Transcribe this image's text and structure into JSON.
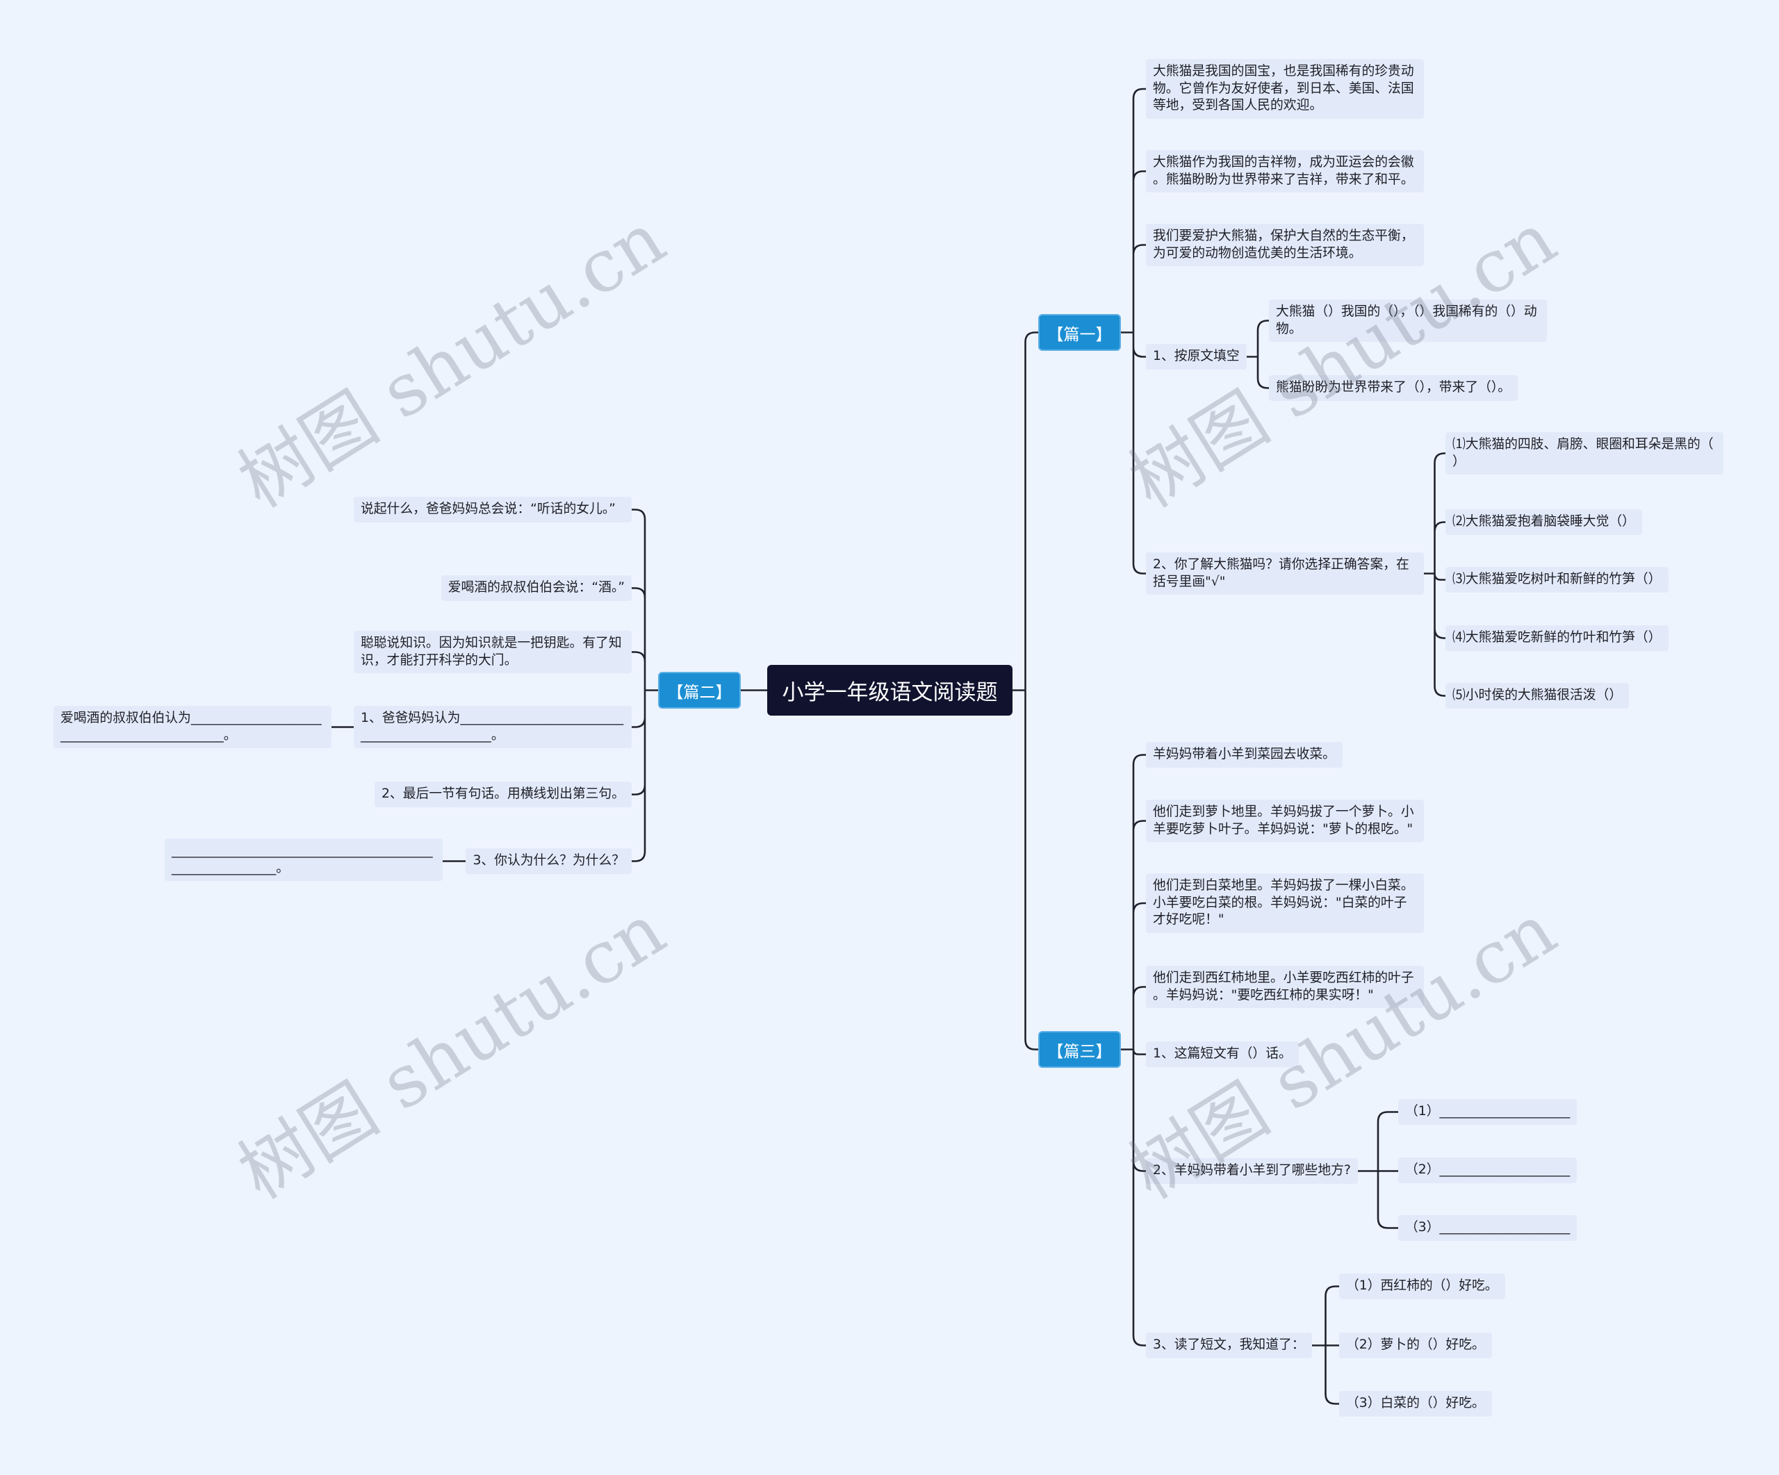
{
  "colors": {
    "page_bg": "#eef4fe",
    "node_bg": "#e2eafa",
    "root_bg": "#11122e",
    "branch_bg": "#1c8fd4",
    "line": "#20232d",
    "text": "#1e1f26"
  },
  "watermark": "树图 shutu.cn",
  "root": "小学一年级语文阅读题",
  "p1": {
    "label": "【篇一】",
    "passage": [
      "大熊猫是我国的国宝，也是我国稀有的珍贵动物。它曾作为友好使者，到日本、美国、法国等地，受到各国人民的欢迎。",
      "大熊猫作为我国的吉祥物，成为亚运会的会徽。熊猫盼盼为世界带来了吉祥，带来了和平。",
      "我们要爱护大熊猫，保护大自然的生态平衡，为可爱的动物创造优美的生活环境。"
    ],
    "q1": {
      "label": "1、按原文填空",
      "items": [
        "大熊猫（）我国的（），（）我国稀有的（）动物。",
        "熊猫盼盼为世界带来了（），带来了（）。"
      ]
    },
    "q2": {
      "label": "2、你了解大熊猫吗？请你选择正确答案，在括号里画\"√\"",
      "items": [
        "⑴大熊猫的四肢、肩膀、眼圈和耳朵是黑的（）",
        "⑵大熊猫爱抱着脑袋睡大觉（）",
        "⑶大熊猫爱吃树叶和新鲜的竹笋（）",
        "⑷大熊猫爱吃新鲜的竹叶和竹笋（）",
        "⑸小时侯的大熊猫很活泼（）"
      ]
    }
  },
  "p2": {
    "label": "【篇二】",
    "passage": [
      "说起什么，爸爸妈妈总会说：“听话的女儿。”",
      "爱喝酒的叔叔伯伯会说：“酒。”",
      "聪聪说知识。因为知识就是一把钥匙。有了知识，才能打开科学的大门。"
    ],
    "q1": {
      "label": "1、爸爸妈妈认为_____________________________________________。",
      "follow": "爱喝酒的叔叔伯伯认为_____________________________________________。"
    },
    "q2": {
      "label": "2、最后一节有句话。用横线划出第三句。"
    },
    "q3": {
      "label": "3、你认为什么？为什么？",
      "answer": "________________________________________________________。"
    }
  },
  "p3": {
    "label": "【篇三】",
    "passage": [
      "羊妈妈带着小羊到菜园去收菜。",
      "他们走到萝卜地里。羊妈妈拔了一个萝卜。小羊要吃萝卜叶子。羊妈妈说：\"萝卜的根吃。\"",
      "他们走到白菜地里。羊妈妈拔了一棵小白菜。小羊要吃白菜的根。羊妈妈说：\"白菜的叶子才好吃呢！\"",
      "他们走到西红柿地里。小羊要吃西红柿的叶子。羊妈妈说：\"要吃西红柿的果实呀！\""
    ],
    "q1": {
      "label": "1、这篇短文有（）话。"
    },
    "q2": {
      "label": "2、羊妈妈带着小羊到了哪些地方?",
      "items": [
        "（1）____________________",
        "（2）____________________",
        "（3）____________________"
      ]
    },
    "q3": {
      "label": "3、读了短文，我知道了：",
      "items": [
        "（1）西红柿的（）好吃。",
        "（2）萝卜的（）好吃。",
        "（3）白菜的（）好吃。"
      ]
    }
  }
}
